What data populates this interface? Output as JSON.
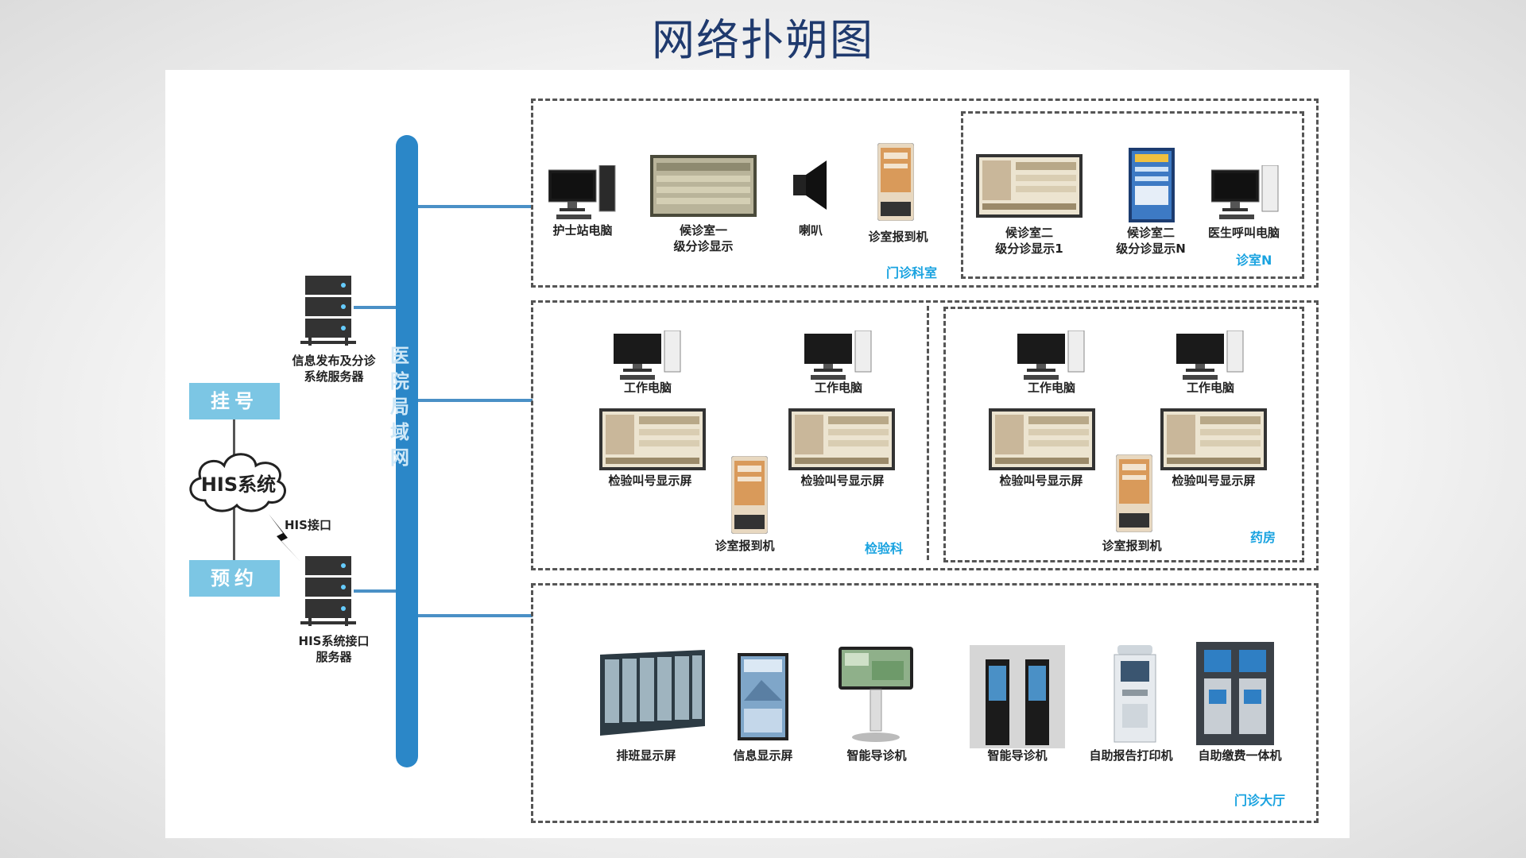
{
  "title": "网络扑朔图",
  "left": {
    "register": "挂号",
    "appointment": "预约",
    "his_system": "HIS系统",
    "his_interface": "HIS接口",
    "info_server_line1": "信息发布及分诊",
    "info_server_line2": "系统服务器",
    "his_server_line1": "HIS系统接口",
    "his_server_line2": "服务器",
    "bus_label": [
      "医",
      "院",
      "局",
      "域",
      "网"
    ]
  },
  "zone_outpatient": {
    "name": "门诊科室",
    "nurse_pc": "护士站电脑",
    "waiting1_line1": "候诊室一",
    "waiting1_line2": "级分诊显示",
    "speaker": "喇叭",
    "checkin": "诊室报到机",
    "sub_name": "诊室N",
    "waiting2a_line1": "候诊室二",
    "waiting2a_line2": "级分诊显示1",
    "waiting2b_line1": "候诊室二",
    "waiting2b_line2": "级分诊显示N",
    "doctor_pc": "医生呼叫电脑"
  },
  "zone_lab": {
    "name": "检验科",
    "pc1": "工作电脑",
    "pc2": "工作电脑",
    "screen1": "检验叫号显示屏",
    "screen2": "检验叫号显示屏",
    "checkin": "诊室报到机"
  },
  "zone_pharmacy": {
    "name": "药房",
    "pc1": "工作电脑",
    "pc2": "工作电脑",
    "screen1": "检验叫号显示屏",
    "screen2": "检验叫号显示屏",
    "checkin": "诊室报到机"
  },
  "zone_hall": {
    "name": "门诊大厅",
    "schedule": "排班显示屏",
    "info": "信息显示屏",
    "guide1": "智能导诊机",
    "guide2": "智能导诊机",
    "printer": "自助报告打印机",
    "payment": "自助缴费一体机"
  },
  "colors": {
    "bus": "#2b87c8",
    "accent": "#1aa3e0",
    "button": "#7cc6e4",
    "title": "#1f3a6e"
  }
}
